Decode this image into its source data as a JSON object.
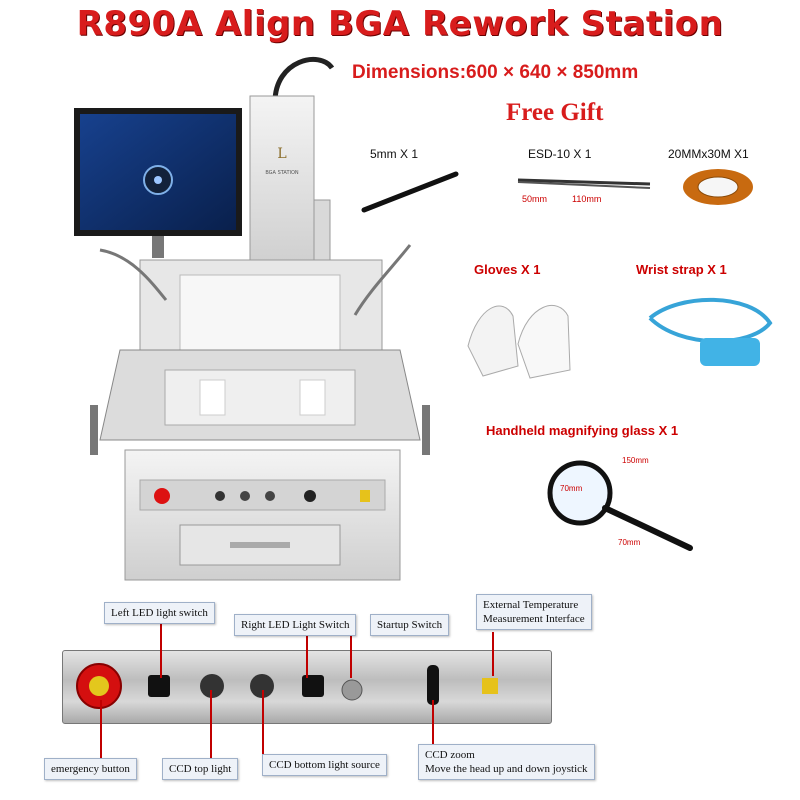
{
  "header": {
    "title": "R890A Align BGA Rework Station",
    "dimensions": "Dimensions:600 × 640 × 850mm",
    "free_gift": "Free Gift"
  },
  "gifts": {
    "pen": "5mm X 1",
    "tweezers": "ESD-10 X 1",
    "tweezers_len_a": "50mm",
    "tweezers_len_b": "110mm",
    "tape": "20MMx30M X1",
    "gloves": "Gloves X 1",
    "wrist": "Wrist strap X 1",
    "magnifier": "Handheld magnifying glass X 1",
    "mag_dim_a": "150mm",
    "mag_dim_b": "70mm",
    "mag_dim_c": "70mm"
  },
  "machine": {
    "brand": "BGA STATION"
  },
  "panel_callouts": {
    "left_led": "Left LED light switch",
    "right_led": "Right LED Light Switch",
    "startup": "Startup Switch",
    "external_temp_1": "External    Temperature",
    "external_temp_2": "Measurement Interface",
    "emergency": "emergency button",
    "ccd_top": "CCD top light",
    "ccd_bottom": "CCD bottom light source",
    "ccd_zoom_1": "CCD zoom",
    "ccd_zoom_2": "Move the head up and down joystick"
  },
  "colors": {
    "title": "#d81c1c",
    "callout_bg": "#eef2f8",
    "arrow": "#c00000"
  }
}
